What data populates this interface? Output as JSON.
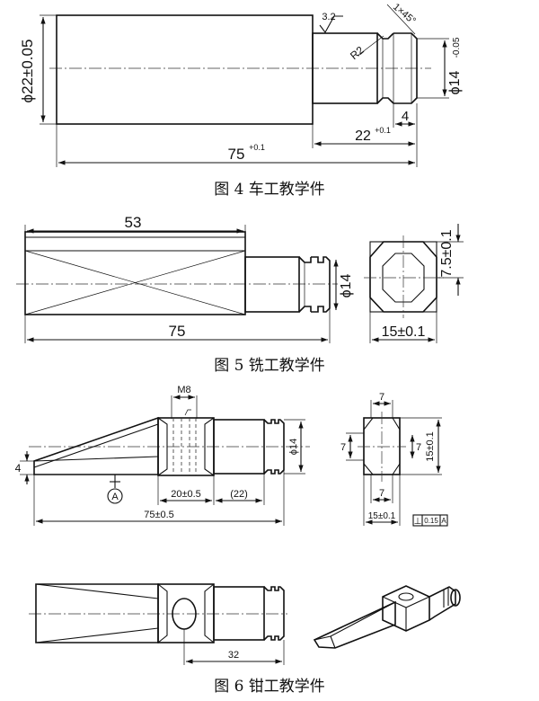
{
  "fig4": {
    "caption": "图 4  车工教学件",
    "dim_dia22": "ϕ22±0.05",
    "dim_dia14": "ϕ14",
    "dim_dia14_tol": "-0.05",
    "dim_75": "75",
    "dim_75_tol": "+0.1",
    "dim_22": "22",
    "dim_22_tol": "+0.1",
    "dim_4": "4",
    "chamfer": "1×45°",
    "radius": "R2",
    "roughness": "3.2"
  },
  "fig5": {
    "caption": "图 5  铣工教学件",
    "dim_53": "53",
    "dim_75": "75",
    "dim_dia14": "ϕ14",
    "dim_7_5": "7.5±0.1",
    "dim_15": "15±0.1"
  },
  "fig6": {
    "caption": "图 6  钳工教学件",
    "thread": "M8",
    "dim_4": "4",
    "datum": "A",
    "dim_20": "20±0.5",
    "dim_22ref": "(22)",
    "dim_75": "75±0.5",
    "dim_dia14": "ϕ14",
    "dim_7_top": "7",
    "dim_7_left": "7",
    "dim_7_right": "7",
    "dim_7_bottom": "7",
    "dim_15_v": "15±0.1",
    "dim_15_h": "15±0.1",
    "tol_symbol": "⊥",
    "tol_value": "0.15",
    "tol_datum": "A",
    "dim_32": "32"
  }
}
